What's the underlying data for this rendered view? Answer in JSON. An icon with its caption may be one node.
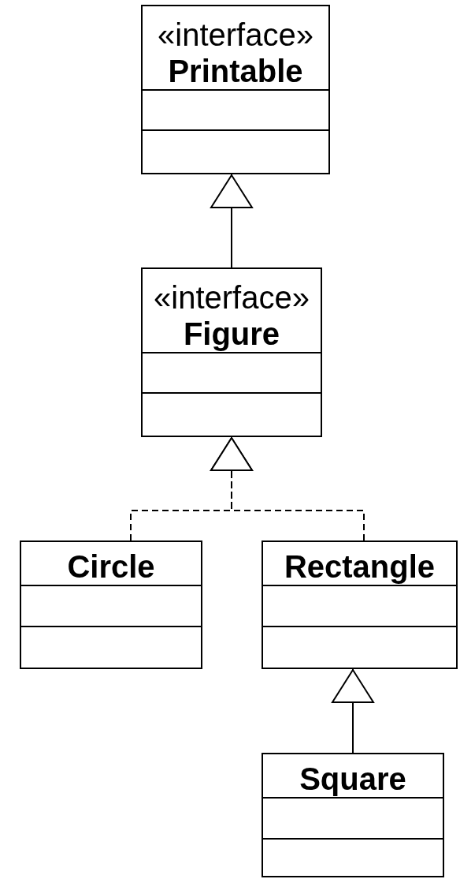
{
  "diagram": {
    "nodes": [
      {
        "text": [
          "«interface»",
          "Printable"
        ]
      },
      {
        "text": [
          "«interface»",
          "Figure"
        ]
      },
      {
        "text": [
          "Circle"
        ]
      },
      {
        "text": [
          "Rectangle"
        ]
      },
      {
        "text": [
          "Square"
        ]
      }
    ],
    "edges": [
      {
        "from": 1,
        "to": 0,
        "arrow": "to"
      },
      {
        "from": 2,
        "to": 1,
        "arrow": "to",
        "style": "dashed"
      },
      {
        "from": 3,
        "to": 1,
        "arrow": "to",
        "style": "dashed"
      },
      {
        "from": 4,
        "to": 3,
        "arrow": "to"
      }
    ]
  }
}
